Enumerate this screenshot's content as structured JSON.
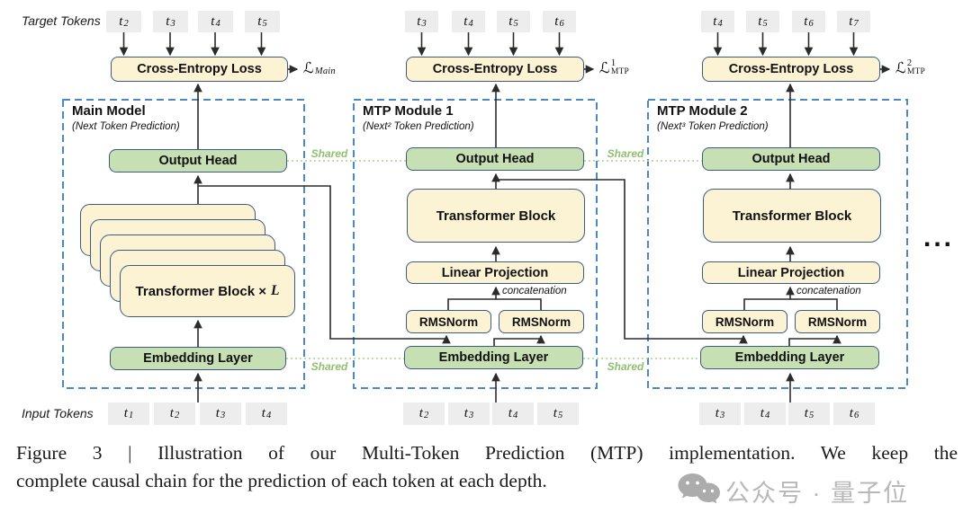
{
  "figure": {
    "row_labels": {
      "target": "Target Tokens",
      "input": "Input Tokens"
    },
    "token_sym": "t",
    "shared_label": "Shared",
    "concat_label": "concatenation",
    "ellipsis": "...",
    "columns": {
      "main": {
        "title": "Main Model",
        "subtitle": "(Next Token Prediction)",
        "ce": "Cross-Entropy Loss",
        "output_head": "Output Head",
        "transformer": "Transformer Block ×",
        "transformer_var": "L",
        "embedding": "Embedding Layer",
        "loss": {
          "sym": "ℒ",
          "sup": "",
          "sub": "Main"
        },
        "target_subs": [
          "2",
          "3",
          "4",
          "5"
        ],
        "input_subs": [
          "1",
          "2",
          "3",
          "4"
        ]
      },
      "mtp1": {
        "title": "MTP Module 1",
        "subtitle": "(Next² Token Prediction)",
        "ce": "Cross-Entropy Loss",
        "output_head": "Output Head",
        "transformer": "Transformer Block",
        "linear": "Linear Projection",
        "rmsnorm_left": "RMSNorm",
        "rmsnorm_right": "RMSNorm",
        "embedding": "Embedding Layer",
        "loss": {
          "sym": "ℒ",
          "sup": "1",
          "sub": "MTP"
        },
        "target_subs": [
          "3",
          "4",
          "5",
          "6"
        ],
        "input_subs": [
          "2",
          "3",
          "4",
          "5"
        ]
      },
      "mtp2": {
        "title": "MTP Module 2",
        "subtitle": "(Next³ Token Prediction)",
        "ce": "Cross-Entropy Loss",
        "output_head": "Output Head",
        "transformer": "Transformer Block",
        "linear": "Linear Projection",
        "rmsnorm_left": "RMSNorm",
        "rmsnorm_right": "RMSNorm",
        "embedding": "Embedding Layer",
        "loss": {
          "sym": "ℒ",
          "sup": "2",
          "sub": "MTP"
        },
        "target_subs": [
          "4",
          "5",
          "6",
          "7"
        ],
        "input_subs": [
          "3",
          "4",
          "5",
          "6"
        ]
      }
    }
  },
  "caption": {
    "line1": "Figure 3 | Illustration of our Multi-Token Prediction (MTP) implementation. We keep the",
    "line2": "complete causal chain for the prediction of each token at each depth."
  },
  "watermark": {
    "icon": "wechat-icon",
    "text": "公众号 · 量子位"
  },
  "colors": {
    "box_yellow": "#FCF3D4",
    "box_green": "#C6E0B4",
    "box_border": "#3D5A80",
    "token_gray": "#EDEDED",
    "dashed_blue": "#4A89C8",
    "shared_green": "#A9D18E",
    "line": "#2B2B2B"
  }
}
